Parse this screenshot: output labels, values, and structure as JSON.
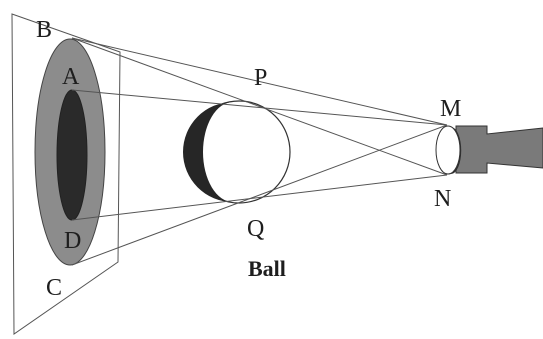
{
  "labels": {
    "point_b": "B",
    "point_a": "A",
    "point_d": "D",
    "point_c": "C",
    "point_p": "P",
    "point_q": "Q",
    "point_m": "M",
    "point_n": "N",
    "ball_caption": "Ball"
  },
  "colors": {
    "penumbra": "#8c8c8c",
    "umbra": "#2a2a2a",
    "ball_shadow_side": "#262626",
    "torch_body": "#7a7a7a",
    "line": "#555555",
    "text": "#1e1e1e"
  }
}
